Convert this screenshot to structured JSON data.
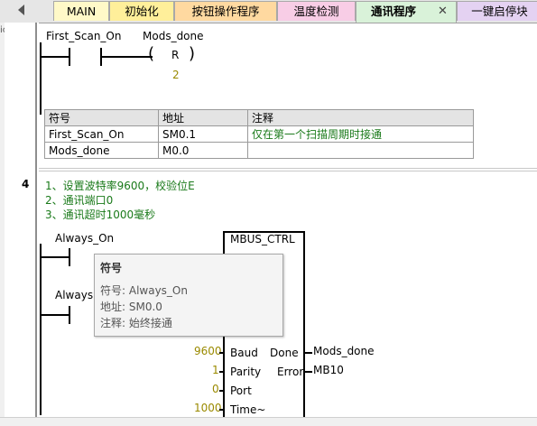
{
  "tabs": {
    "items": [
      {
        "label": "MAIN",
        "color": "#fff9c8"
      },
      {
        "label": "初始化",
        "color": "#ffef9a"
      },
      {
        "label": "按钮操作程序",
        "color": "#ffd9a0"
      },
      {
        "label": "温度检测",
        "color": "#f8cde6"
      },
      {
        "label": "通讯程序",
        "color": "#d9f2d9"
      },
      {
        "label": "一键启停块",
        "color": "#e4d2f2"
      }
    ],
    "active_index": 4,
    "close_glyph": "✕"
  },
  "left_cut_text": "ic",
  "network3": {
    "contact1_label": "First_Scan_On",
    "contact2_label": "Mods_done",
    "coil_letter": "R",
    "coil_count": "2",
    "symbol_table": {
      "headers": [
        "符号",
        "地址",
        "注释"
      ],
      "rows": [
        [
          "First_Scan_On",
          "SM0.1",
          "仅在第一个扫描周期时接通"
        ],
        [
          "Mods_done",
          "M0.0",
          ""
        ]
      ]
    }
  },
  "network4": {
    "number": "4",
    "comments": [
      "1、设置波特率9600，校验位E",
      "2、通讯端口0",
      "3、通讯超时1000毫秒"
    ],
    "contact1_label": "Always_On",
    "contact2_label": "Always",
    "block": {
      "title": "MBUS_CTRL",
      "inputs": [
        {
          "value": "9600",
          "name": "Baud"
        },
        {
          "value": "1",
          "name": "Parity"
        },
        {
          "value": "0",
          "name": "Port"
        },
        {
          "value": "1000",
          "name": "Time~"
        }
      ],
      "outputs": [
        {
          "name": "Done",
          "value": "Mods_done"
        },
        {
          "name": "Error",
          "value": "MB10"
        }
      ]
    }
  },
  "tooltip": {
    "title": "符号",
    "lines": [
      "符号: Always_On",
      "地址: SM0.0",
      "注释: 始终接通"
    ]
  }
}
